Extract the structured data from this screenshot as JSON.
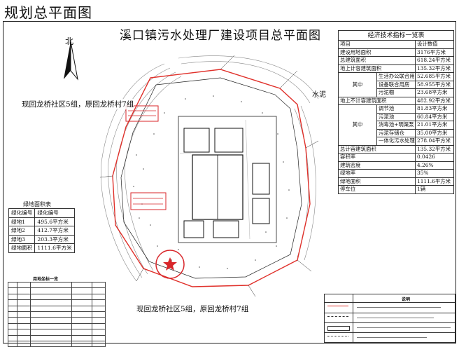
{
  "page_heading": "规划总平面图",
  "sheet_title": "溪口镇污水处理厂建设项目总平面图",
  "north_label": "北",
  "road_labels": {
    "top": "现回龙桥社区5组，原回龙桥村7组",
    "bottom": "现回龙桥社区5组，原回龙桥村7组"
  },
  "site_labels": {
    "shuini": "水泥"
  },
  "tech_table": {
    "caption": "经济技术指标一览表",
    "head": [
      "项目",
      "设计数值"
    ],
    "rows": [
      {
        "group": "",
        "item": "建设用地面积",
        "value": "3176平方米"
      },
      {
        "group": "",
        "item": "总建筑面积",
        "value": "618.24平方米"
      },
      {
        "group": "",
        "item": "地上计容建筑面积",
        "value": "135.32平方米"
      },
      {
        "group": "其中",
        "item": "生活办公联合用房",
        "value": "52.685平方米"
      },
      {
        "group": "",
        "item": "设备联合用房",
        "value": "58.955平方米"
      },
      {
        "group": "",
        "item": "污泥棚",
        "value": "23.68平方米"
      },
      {
        "group": "",
        "item": "地上不计容建筑面积",
        "value": "482.92平方米"
      },
      {
        "group": "其中",
        "item": "调节池",
        "value": "81.83平方米"
      },
      {
        "group": "",
        "item": "污泥池",
        "value": "60.84平方米"
      },
      {
        "group": "",
        "item": "消毒池+明渠泵",
        "value": "21.01平方米"
      },
      {
        "group": "",
        "item": "污泥存储仓",
        "value": "35.00平方米"
      },
      {
        "group": "",
        "item": "一体化污水处理设备池",
        "value": "278.04平方米"
      },
      {
        "group": "",
        "item": "总计容建筑面积",
        "value": "135.32平方米"
      },
      {
        "group": "",
        "item": "容积率",
        "value": "0.0426"
      },
      {
        "group": "",
        "item": "建筑密度",
        "value": "4.26%"
      },
      {
        "group": "",
        "item": "绿地率",
        "value": "35%"
      },
      {
        "group": "",
        "item": "绿地面积",
        "value": "1111.6平方米"
      },
      {
        "group": "",
        "item": "停车位",
        "value": "1辆"
      }
    ]
  },
  "green_table": {
    "title": "绿地面积表",
    "head": [
      "绿化编号",
      "绿化编号"
    ],
    "rows": [
      [
        "绿地1",
        "495.6平方米"
      ],
      [
        "绿地2",
        "412.7平方米"
      ],
      [
        "绿地3",
        "203.3平方米"
      ],
      [
        "绿地面积",
        "1111.6平方米"
      ]
    ]
  },
  "coord_table": {
    "title": "用地坐标一览"
  },
  "legend": {
    "head": "说明"
  },
  "colors": {
    "boundary": "#e0302a",
    "stamp": "#d8262a",
    "ink": "#111111"
  }
}
